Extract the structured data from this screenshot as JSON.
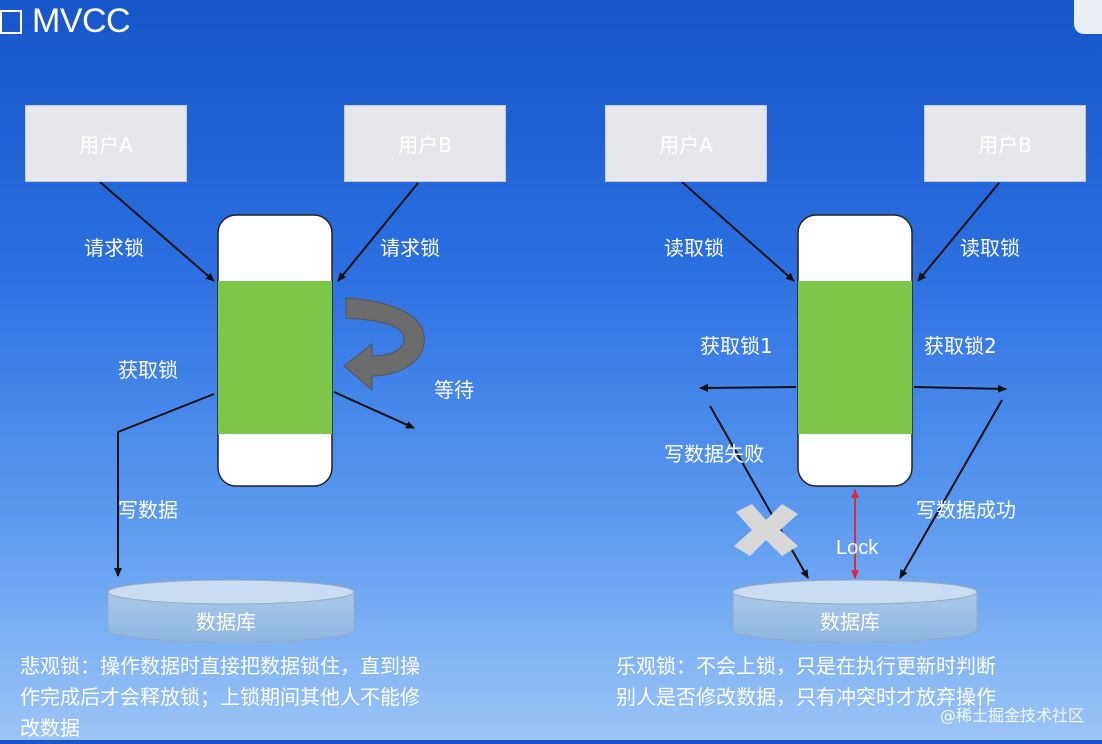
{
  "title": "MVCC",
  "left": {
    "user_a": "用户A",
    "user_b": "用户B",
    "request_lock_left": "请求锁",
    "request_lock_right": "请求锁",
    "acquire_lock": "获取锁",
    "wait": "等待",
    "write_data": "写数据",
    "database": "数据库",
    "caption_line1": "悲观锁：操作数据时直接把数据锁住，直到操",
    "caption_line2": "作完成后才会释放锁；上锁期间其他人不能修",
    "caption_line3": "改数据"
  },
  "right": {
    "user_a": "用户A",
    "user_b": "用户B",
    "read_lock_left": "读取锁",
    "read_lock_right": "读取锁",
    "acquire_lock_1": "获取锁1",
    "acquire_lock_2": "获取锁2",
    "write_fail": "写数据失败",
    "write_success": "写数据成功",
    "lock": "Lock",
    "database": "数据库",
    "caption_line1": "乐观锁：不会上锁，只是在执行更新时判断",
    "caption_line2": "别人是否修改数据，只有冲突时才放弃操作"
  },
  "watermark": "@稀土掘金技术社区",
  "colors": {
    "background_top": "#1656c9",
    "background_bottom": "#9cc4f7",
    "lock_green": "#7dc64a",
    "lock_line_red": "#e0283c"
  }
}
